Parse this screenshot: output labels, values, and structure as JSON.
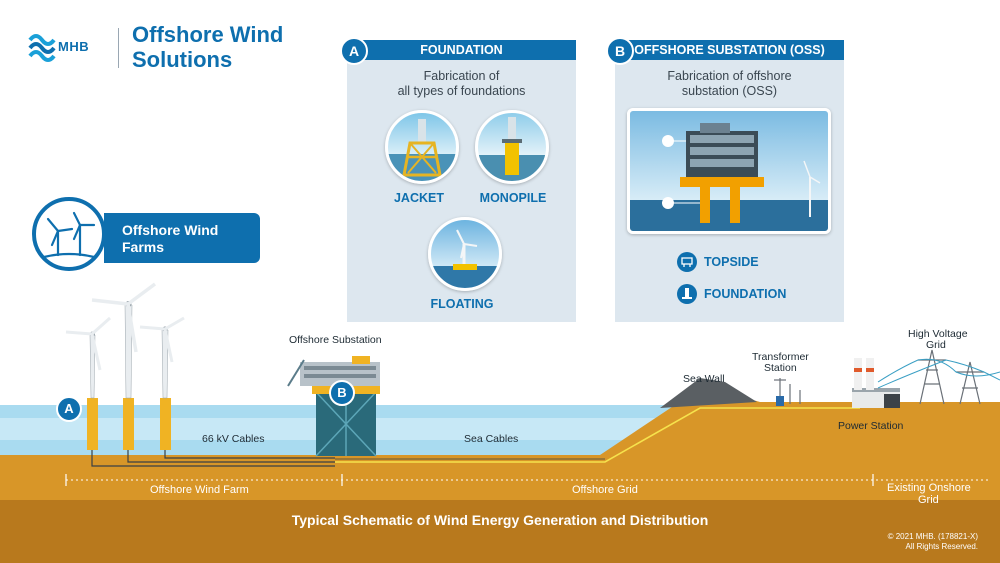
{
  "brand": {
    "logo_text": "MHB",
    "title": "Offshore Wind Solutions"
  },
  "wind_farms_label": "Offshore Wind Farms",
  "panel_a": {
    "badge": "A",
    "title": "FOUNDATION",
    "subtitle_line1": "Fabrication of",
    "subtitle_line2": "all types of foundations",
    "items": [
      "JACKET",
      "MONOPILE",
      "FLOATING"
    ]
  },
  "panel_b": {
    "badge": "B",
    "title": "OFFSHORE SUBSTATION (OSS)",
    "subtitle_line1": "Fabrication of offshore",
    "subtitle_line2": "substation (OSS)",
    "items": [
      "TOPSIDE",
      "FOUNDATION"
    ]
  },
  "map": {
    "offshore_substation": "Offshore Substation",
    "badge_a": "A",
    "badge_b": "B",
    "cables_66kv": "66 kV Cables",
    "sea_cables": "Sea Cables",
    "sea_wall": "Sea Wall",
    "transformer_line1": "Transformer",
    "transformer_line2": "Station",
    "hv_line1": "High Voltage",
    "hv_line2": "Grid",
    "power_station": "Power Station"
  },
  "zones": {
    "wind_farm": "Offshore Wind Farm",
    "grid": "Offshore Grid",
    "onshore_line1": "Existing Onshore",
    "onshore_line2": "Grid"
  },
  "footer": {
    "title": "Typical Schematic of Wind Energy Generation and Distribution",
    "copyright_line1": "© 2021 MHB. (178821-X)",
    "copyright_line2": "All Rights Reserved."
  },
  "colors": {
    "brand_blue": "#0e6fae",
    "panel_bg": "#dde7ef",
    "sea": "#9fd6ee",
    "ground": "#d6942a",
    "turbine_base": "#f0b323"
  }
}
